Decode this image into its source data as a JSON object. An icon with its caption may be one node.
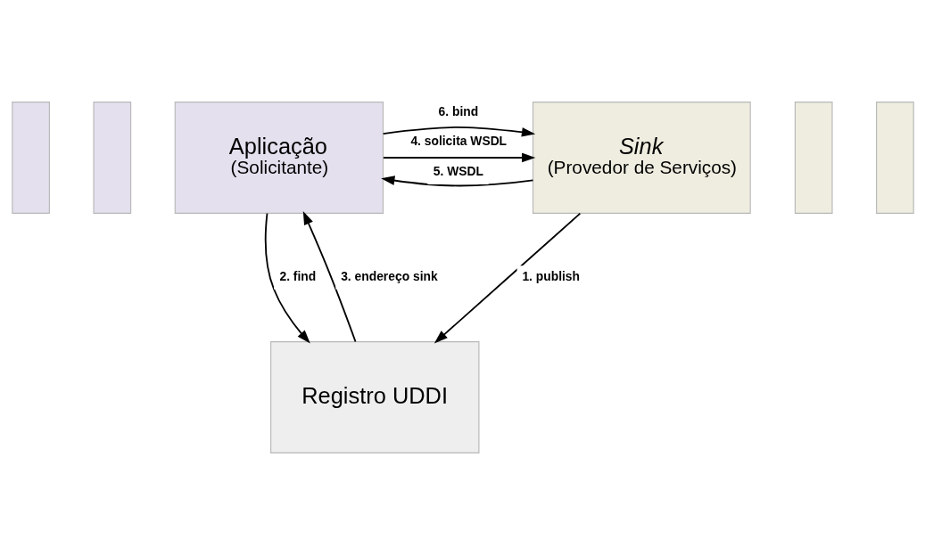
{
  "diagram": {
    "nodes": [
      {
        "text": [],
        "shape": "box"
      },
      {
        "text": [],
        "shape": "box"
      },
      {
        "text": [
          "Aplicação",
          "(Solicitante)"
        ]
      },
      {
        "text": [
          "Sink",
          "(Provedor de Serviços)"
        ]
      },
      {
        "text": [],
        "shape": "box"
      },
      {
        "text": [],
        "shape": "box"
      },
      {
        "text": [
          "Registro UDDI"
        ]
      }
    ],
    "edges": [
      {
        "from": 2,
        "to": 3,
        "arrow": "to",
        "label": "4. solicita WSDL"
      },
      {
        "from": 3,
        "to": 2,
        "arrow": "to",
        "label": "5. WSDL"
      },
      {
        "from": 2,
        "to": 3,
        "arrow": "to",
        "label": "6. bind"
      },
      {
        "from": 2,
        "to": 6,
        "arrow": "to",
        "label": "2. find"
      },
      {
        "from": 6,
        "to": 2,
        "arrow": "to",
        "label": "3. endereço sink"
      },
      {
        "from": 3,
        "to": 6,
        "arrow": "to",
        "label": "1. publish"
      }
    ]
  }
}
